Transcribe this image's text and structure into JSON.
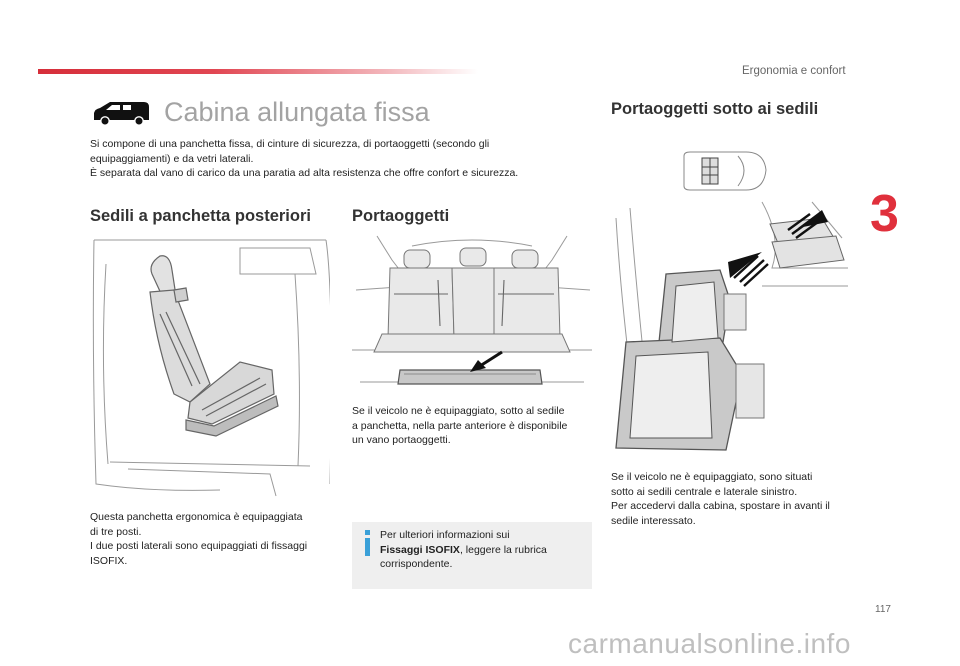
{
  "header": {
    "section": "Ergonomia e confort",
    "chapter": "3",
    "page_number": "117"
  },
  "main_title": "Cabina allungata fissa",
  "intro_lines": [
    "Si compone di una panchetta fissa, di cinture di sicurezza, di portaoggetti (secondo gli",
    "equipaggiamenti) e da vetri laterali.",
    "È separata dal vano di carico da una paratia ad alta resistenza che offre confort e sicurezza."
  ],
  "sections": {
    "bench": {
      "title": "Sedili a panchetta posteriori",
      "lines": [
        "Questa panchetta ergonomica è equipaggiata",
        "di tre posti.",
        "I due posti laterali sono equipaggiati di fissaggi",
        "ISOFIX."
      ]
    },
    "storage": {
      "title": "Portaoggetti",
      "lines": [
        "Se il veicolo ne è equipaggiato, sotto al sedile",
        "a panchetta, nella parte anteriore è disponibile",
        "un vano portaoggetti."
      ]
    },
    "info_box": {
      "line1": "Per ulteriori informazioni sui",
      "bold": "Fissaggi ISOFIX",
      "line2_rest": ", leggere la rubrica",
      "line3": "corrispondente."
    },
    "under_seat": {
      "title": "Portaoggetti sotto ai sedili",
      "lines": [
        "Se il veicolo ne è equipaggiato, sono situati",
        "sotto ai sedili centrale e laterale sinistro.",
        "Per accedervi dalla cabina, spostare in avanti il",
        "sedile interessato."
      ]
    }
  },
  "watermark": "carmanualsonline.info",
  "colors": {
    "accent_red": "#e0303c",
    "title_grey": "#a3a3a3",
    "info_bg": "#efefef",
    "info_icon": "#3aa0d8"
  }
}
